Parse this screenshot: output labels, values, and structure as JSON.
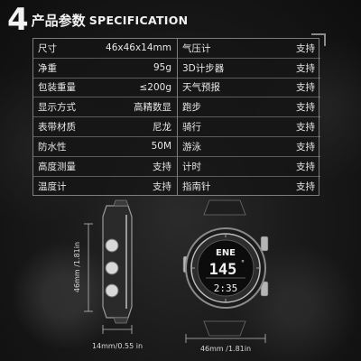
{
  "header": {
    "number": "4",
    "title_cn": "产品参数",
    "title_en": "SPECIFICATION"
  },
  "specs_left": [
    {
      "label": "尺寸",
      "value": "46x46x14mm"
    },
    {
      "label": "净重",
      "value": "95g"
    },
    {
      "label": "包装重量",
      "value": "≤200g"
    },
    {
      "label": "显示方式",
      "value": "高精数显"
    },
    {
      "label": "表带材质",
      "value": "尼龙"
    },
    {
      "label": "防水性",
      "value": "50M"
    },
    {
      "label": "高度测量",
      "value": "支持"
    },
    {
      "label": "温度计",
      "value": "支持"
    }
  ],
  "specs_right": [
    {
      "label": "气压计",
      "value": "支持"
    },
    {
      "label": "3D计步器",
      "value": "支持"
    },
    {
      "label": "天气预报",
      "value": "支持"
    },
    {
      "label": "跑步",
      "value": "支持"
    },
    {
      "label": "骑行",
      "value": "支持"
    },
    {
      "label": "游泳",
      "value": "支持"
    },
    {
      "label": "计时",
      "value": "支持"
    },
    {
      "label": "指南针",
      "value": "支持"
    }
  ],
  "dimensions": {
    "height_label": "46mm /1.81in",
    "thickness_label": "14mm/0.55 in",
    "width_label": "46mm /1.81in"
  },
  "watch_display": {
    "direction": "ENE",
    "heading": "145",
    "heading_unit": "°",
    "time": "2:35"
  }
}
